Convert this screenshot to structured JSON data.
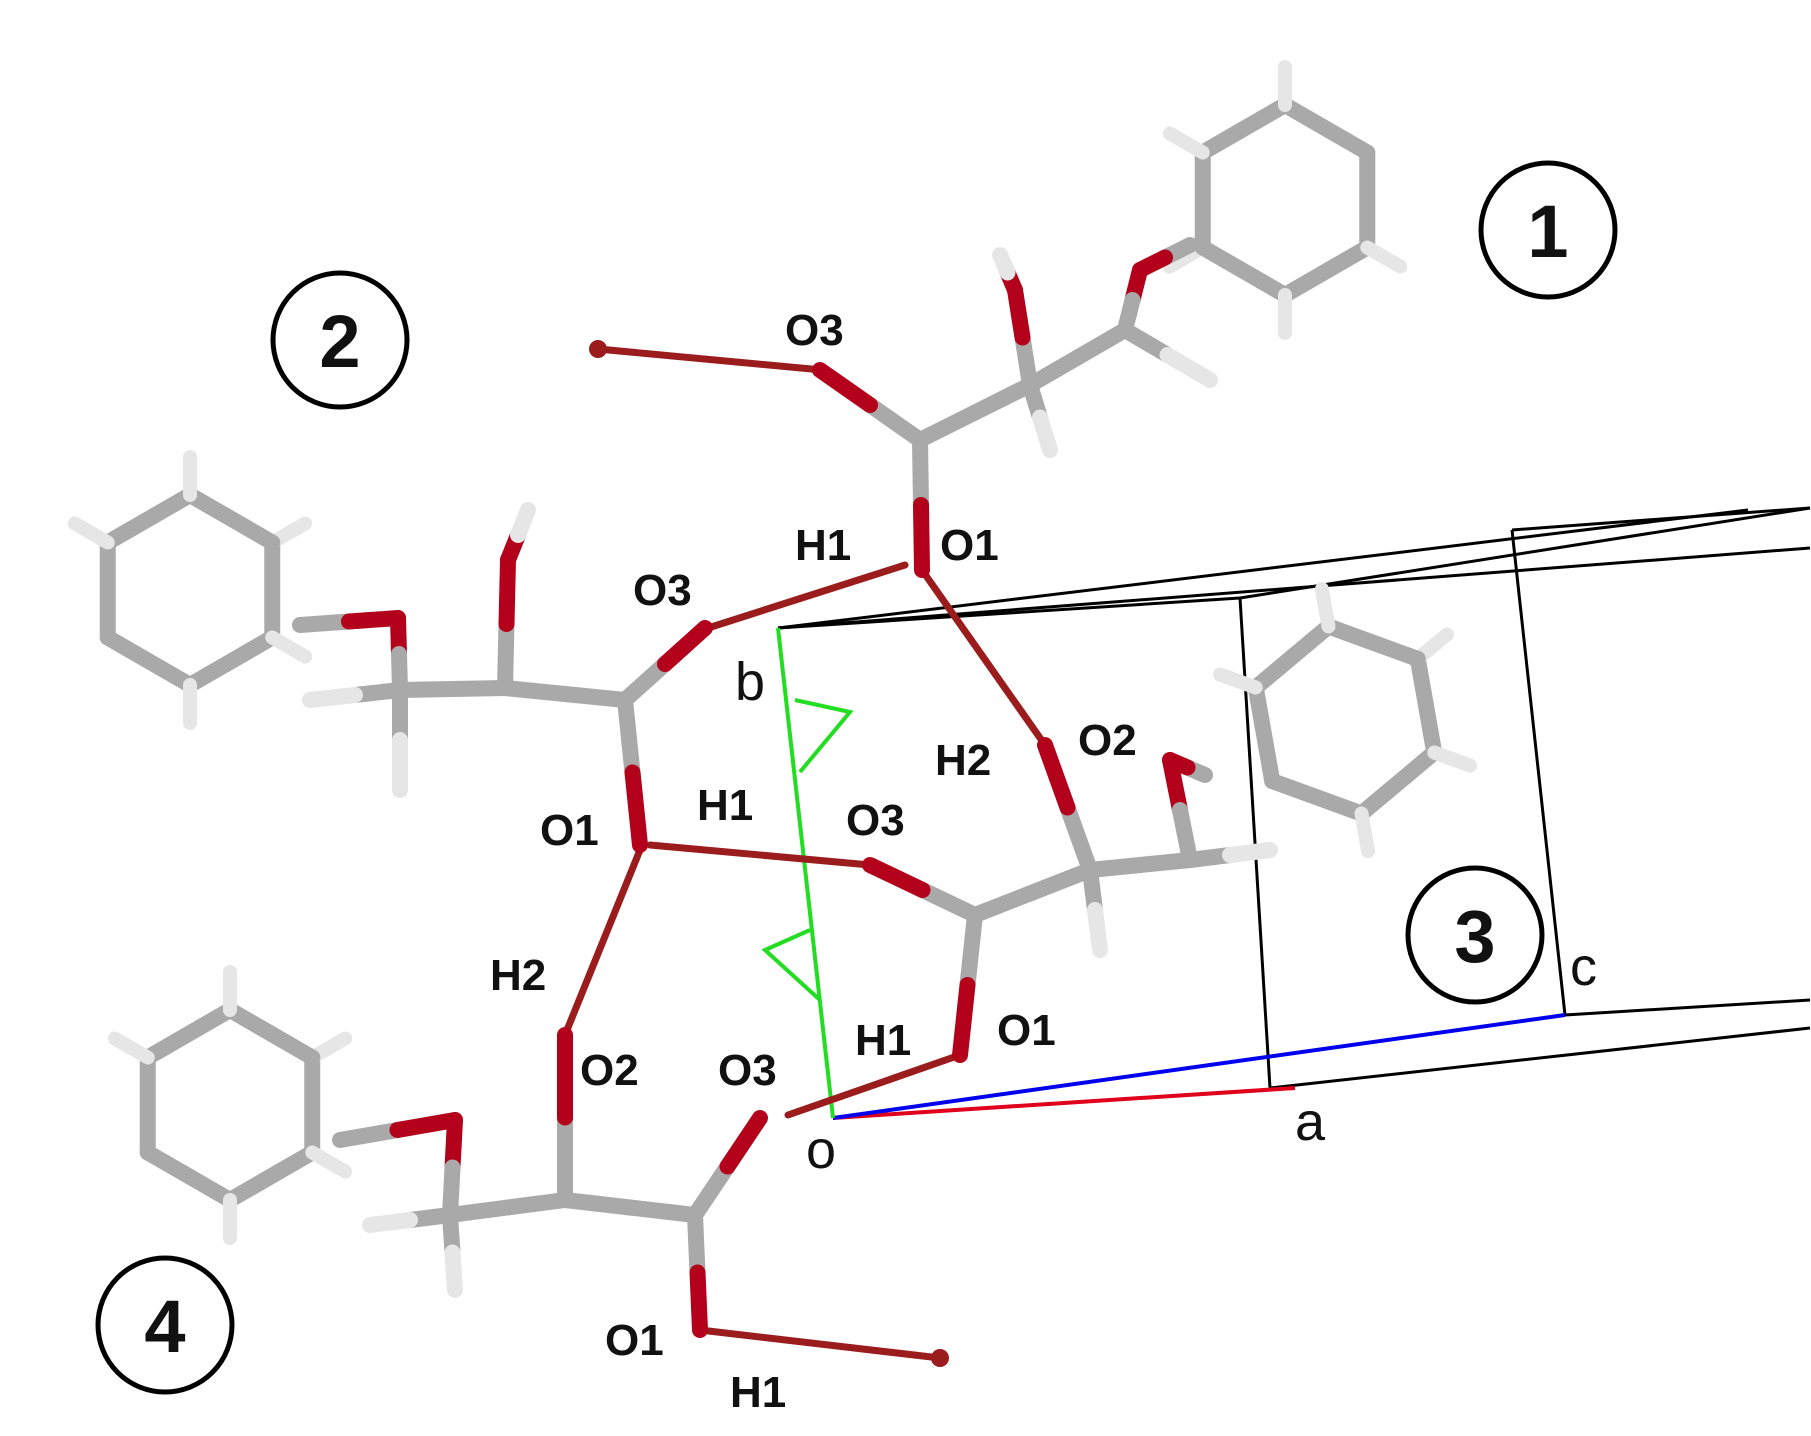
{
  "colors": {
    "carbon": "#a9a9a9",
    "hydrogen": "#e6e6e6",
    "oxygen": "#b3001b",
    "hbond": "#9b1c1c",
    "cell": "#000000",
    "axis_a": "#e0001b",
    "axis_b": "#22dd22",
    "axis_c": "#0000ee"
  },
  "molecule_numbers": [
    "1",
    "2",
    "3",
    "4"
  ],
  "atom_labels": {
    "m1_o3": "O3",
    "m1_h1": "H1",
    "m1_o1": "O1",
    "m1_h2": "H2",
    "m1_o2": "O2",
    "m2_o3": "O3",
    "m2_o1": "O1",
    "m2_h1": "H1",
    "m2_h2": "H2",
    "m2_o2": "O2",
    "m3_o3": "O3",
    "m3_h1": "H1",
    "m3_o1": "O1",
    "m4_o3": "O3",
    "m4_o1": "O1",
    "m4_h1": "H1"
  },
  "axis_labels": {
    "a": "a",
    "b": "b",
    "c": "c",
    "origin": "o"
  }
}
